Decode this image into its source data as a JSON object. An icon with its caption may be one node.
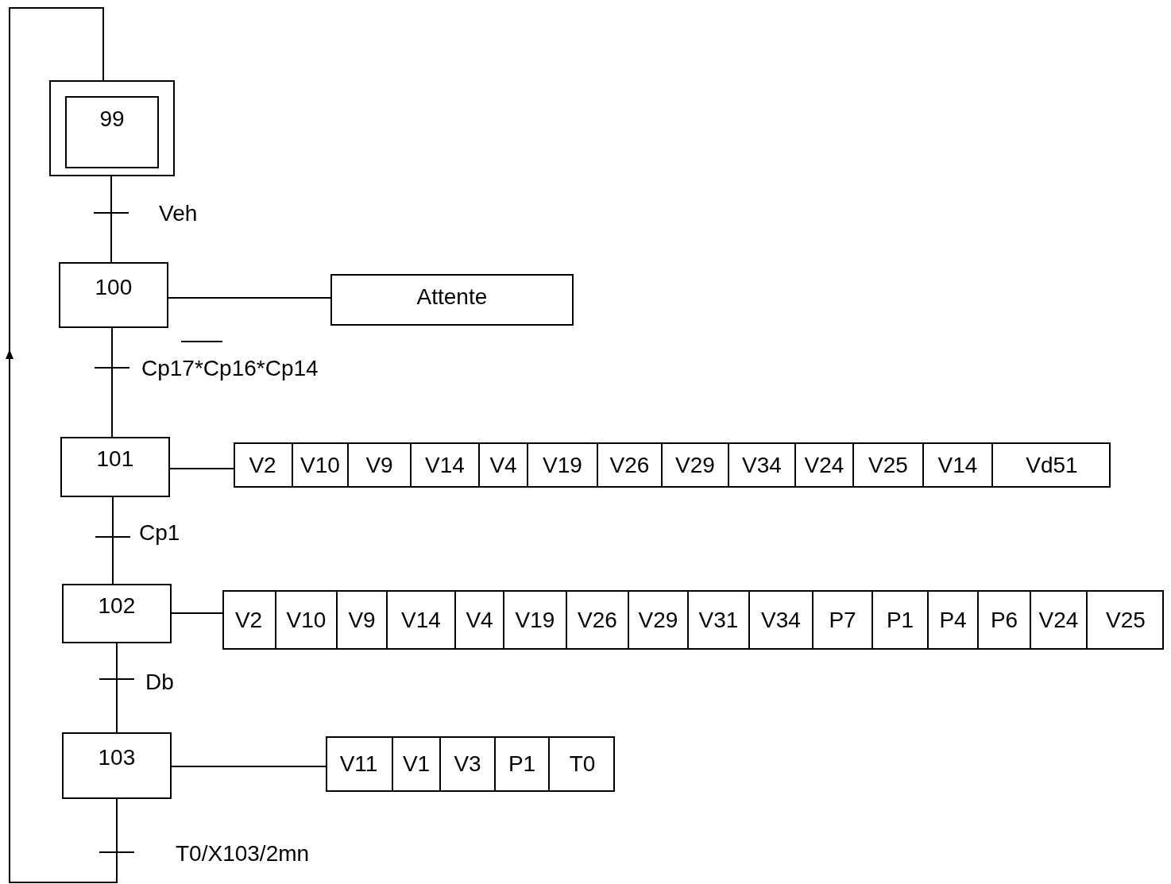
{
  "diagram": {
    "nodes": [
      {
        "text": [
          "99"
        ]
      },
      {
        "text": [
          "100"
        ]
      },
      {
        "text": [
          "Attente"
        ]
      },
      {
        "text": [
          "101"
        ]
      },
      {
        "text": [
          "V2",
          "V10",
          "V9",
          "V14",
          "V4",
          "V19",
          "V26",
          "V29",
          "V34",
          "V24",
          "V25",
          "V14",
          "Vd51"
        ]
      },
      {
        "text": [
          "102"
        ]
      },
      {
        "text": [
          "V2",
          "V10",
          "V9",
          "V14",
          "V4",
          "V19",
          "V26",
          "V29",
          "V31",
          "V34",
          "P7",
          "P1",
          "P4",
          "P6",
          "V24",
          "V25"
        ]
      },
      {
        "text": [
          "103"
        ]
      },
      {
        "text": [
          "V11",
          "V1",
          "V3",
          "P1",
          "T0"
        ]
      }
    ],
    "edges": [
      {
        "from": 0,
        "to": 1,
        "arrow": "none",
        "label": "Veh"
      },
      {
        "from": 1,
        "to": 3,
        "arrow": "none",
        "label": "Cp17*Cp16*Cp14"
      },
      {
        "from": 3,
        "to": 5,
        "arrow": "none",
        "label": "Cp1"
      },
      {
        "from": 5,
        "to": 7,
        "arrow": "none",
        "label": "Db"
      },
      {
        "from": 7,
        "to": 0,
        "arrow": "to",
        "label": "T0/X103/2mn"
      },
      {
        "from": 1,
        "to": 2,
        "arrow": "none"
      },
      {
        "from": 3,
        "to": 4,
        "arrow": "none"
      },
      {
        "from": 5,
        "to": 6,
        "arrow": "none"
      },
      {
        "from": 7,
        "to": 8,
        "arrow": "none"
      }
    ]
  }
}
